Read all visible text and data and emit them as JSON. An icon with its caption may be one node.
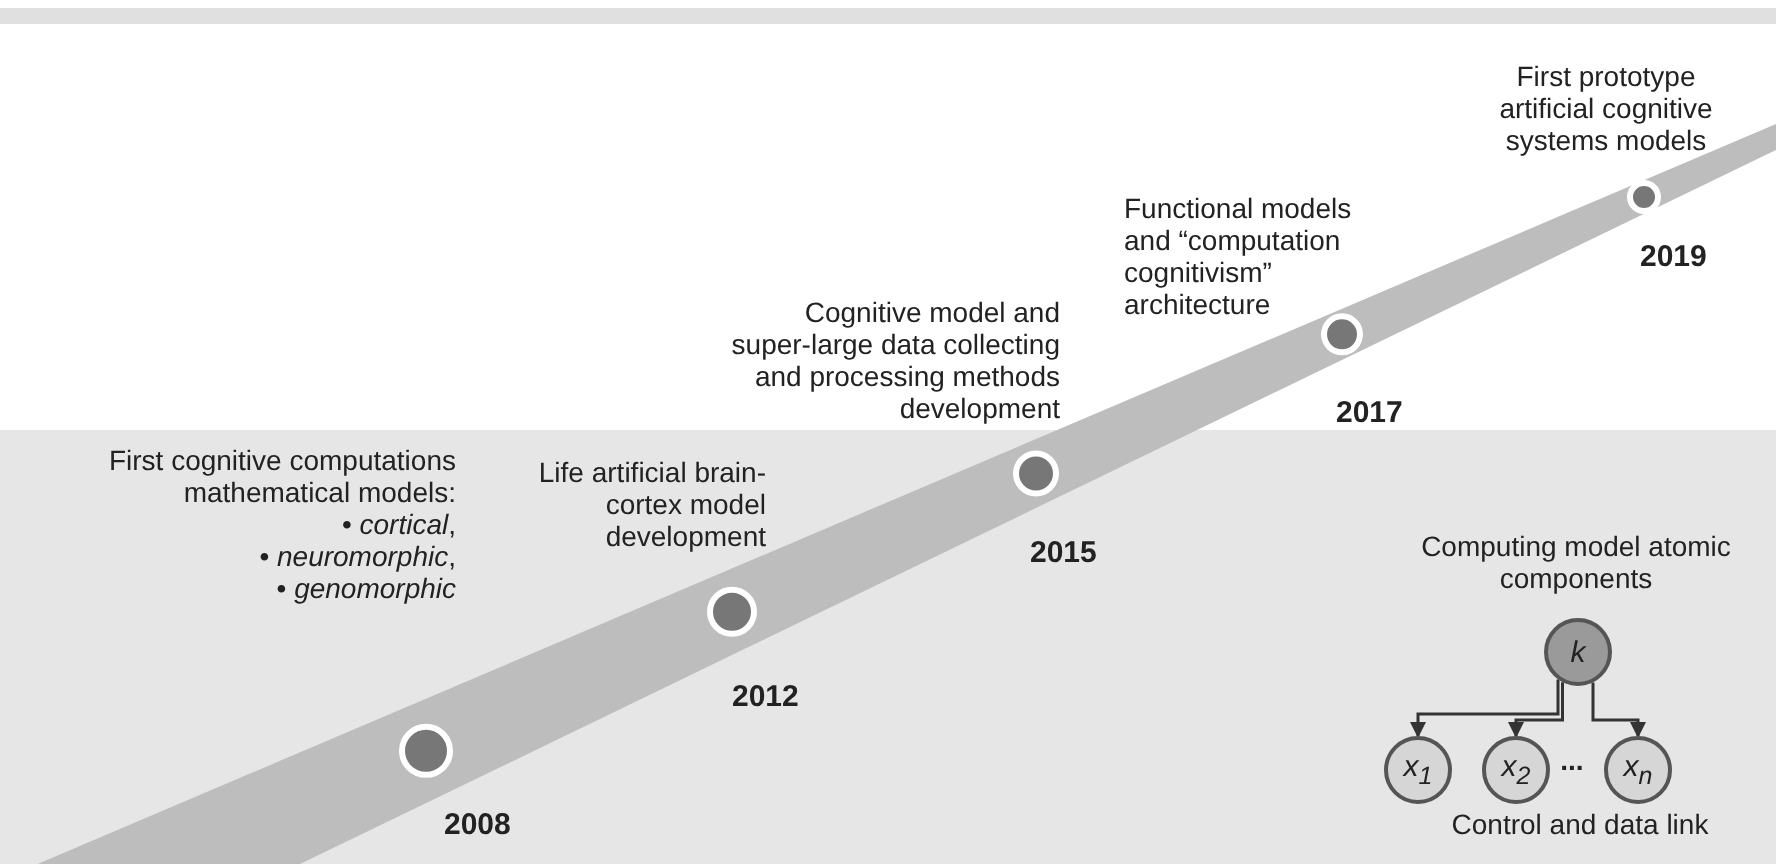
{
  "diagram": {
    "nodes": [
      {
        "text": [],
        "shape": "circle",
        "beside": [
          "First cognitive computations mathematical models:",
          "• *cortical*,",
          "• *neuromorphic*,",
          "• *genomorphic*",
          "2008"
        ]
      },
      {
        "text": [],
        "shape": "circle",
        "beside": [
          "Life artificial brain-cortex model development",
          "2012"
        ]
      },
      {
        "text": [],
        "shape": "circle",
        "beside": [
          "Cognitive model and super-large data collecting and processing methods development",
          "2015"
        ]
      },
      {
        "text": [],
        "shape": "circle",
        "beside": [
          "Functional models and “computation cognitivism” architecture",
          "2017"
        ]
      },
      {
        "text": [],
        "shape": "circle",
        "beside": [
          "First prototype artificial cognitive systems models",
          "2019"
        ]
      },
      {
        "text": [
          "k"
        ]
      },
      {
        "text": [
          "x$_{1}$"
        ]
      },
      {
        "text": [
          "x$_{2}$"
        ]
      },
      {
        "text": [
          "x$_{n}$"
        ]
      }
    ],
    "edges": [
      {
        "from": 5,
        "to": 6,
        "arrow": "to"
      },
      {
        "from": 5,
        "to": 7,
        "arrow": "to"
      },
      {
        "from": 5,
        "to": 8,
        "arrow": "to"
      }
    ],
    "labels": [
      "Computing model atomic components",
      "...",
      "Control and data link"
    ]
  }
}
